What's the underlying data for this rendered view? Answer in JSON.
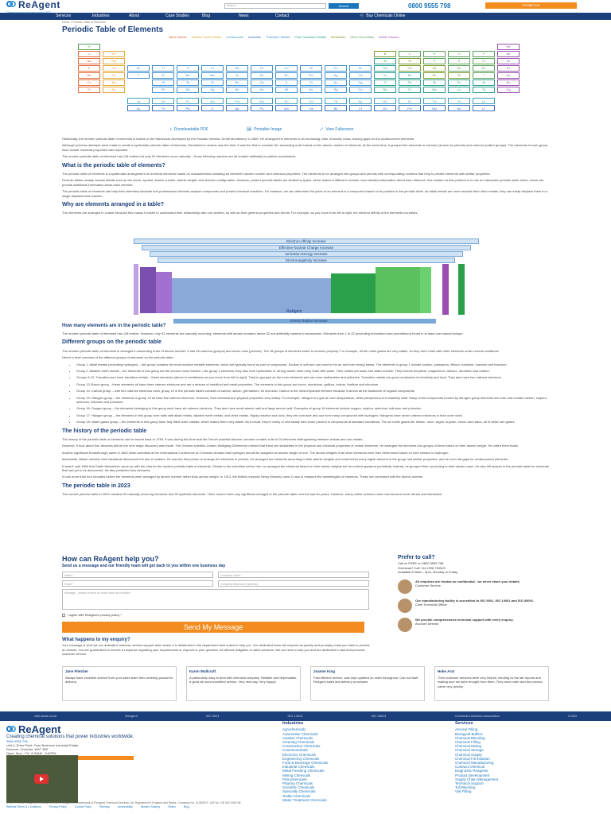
{
  "header": {
    "logo_text": "ReAgent",
    "tagline": "Chemical manufacturing since 1977",
    "search_placeholder": "Search ...",
    "search_button": "Search",
    "phone": "0800 9555 798",
    "contact_button": "Contact Us"
  },
  "nav": {
    "items": [
      "Services",
      "Industries",
      "About",
      "Case Studies",
      "Blog",
      "News",
      "Contact"
    ],
    "buy": "Buy Chemicals Online"
  },
  "breadcrumb": "Home > Periodic Table of Elements",
  "title": "Periodic Table of Elements",
  "legend": [
    "Alkali Metals",
    "Alkaline Earth Metals",
    "Lanthanoids",
    "Actinoids",
    "Transition Metals",
    "Post-Transition Metals",
    "Metalloids",
    "Other Nonmetals",
    "Noble Gasses"
  ],
  "colors": {
    "alkali": "#e06b3a",
    "alkaline": "#e0a93a",
    "transition": "#3f8fd0",
    "post": "#2a9d8f",
    "metalloid": "#7a9a2a",
    "nonmetal": "#5aa05a",
    "noble": "#9a4fb0",
    "lanth": "#3aa0c0",
    "act": "#3a70c0"
  },
  "elements": {
    "row1": [
      "H",
      "He"
    ],
    "row2": [
      "Li",
      "Be",
      "B",
      "C",
      "N",
      "O",
      "F",
      "Ne"
    ],
    "row3": [
      "Na",
      "Mg",
      "Al",
      "Si",
      "P",
      "S",
      "Cl",
      "Ar"
    ],
    "row4": [
      "K",
      "Ca",
      "Sc",
      "Ti",
      "V",
      "Cr",
      "Mn",
      "Fe",
      "Co",
      "Ni",
      "Cu",
      "Zn",
      "Ga",
      "Ge",
      "As",
      "Se",
      "Br",
      "Kr"
    ],
    "row5": [
      "Rb",
      "Sr",
      "Y",
      "Zr",
      "Nb",
      "Mo",
      "Tc",
      "Ru",
      "Rh",
      "Pd",
      "Ag",
      "Cd",
      "In",
      "Sn",
      "Sb",
      "Te",
      "I",
      "Xe"
    ],
    "row6": [
      "Cs",
      "Ba",
      "",
      "Hf",
      "Ta",
      "W",
      "Re",
      "Os",
      "Ir",
      "Pt",
      "Au",
      "Hg",
      "Tl",
      "Pb",
      "Bi",
      "Po",
      "At",
      "Rn"
    ],
    "row7": [
      "Fr",
      "Ra",
      "",
      "Rf",
      "Db",
      "Sg",
      "Bh",
      "Hs",
      "Mt",
      "Ds",
      "Rg",
      "Cn",
      "Nh",
      "Fl",
      "Mc",
      "Lv",
      "Ts",
      "Og"
    ],
    "lanth": [
      "La",
      "Ce",
      "Pr",
      "Nd",
      "Pm",
      "Sm",
      "Eu",
      "Gd",
      "Tb",
      "Dy",
      "Ho",
      "Er",
      "Tm",
      "Yb",
      "Lu"
    ],
    "act": [
      "Ac",
      "Th",
      "Pa",
      "U",
      "Np",
      "Pu",
      "Am",
      "Cm",
      "Bk",
      "Cf",
      "Es",
      "Fm",
      "Md",
      "No",
      "Lr"
    ]
  },
  "downloads": [
    "Downloadable PDF",
    "Printable Image",
    "View Fullscreen"
  ],
  "intro": [
    "Historically, the modern periodic table of elements is based on the framework developed by the Russian chemist, Dmitri Mendeleev, in 1869. He arranged the elements in an increasing order of atomic mass, leaving gaps for the undiscovered elements.",
    "Although previous attempts were made to create a systematic periodic table of elements, Mendeleev's version was the best. It was the first to consider the ascending order based on the atomic number of elements. At the same time, it grouped the elements in columns (known as periods) and columns (called groups). The elements in each group have similar chemical properties was repeated.",
    "The modern periodic table of elements has 118 entries but only 92 elements occur naturally – those following uranium are all created artificially in particle accelerators."
  ],
  "h_what": "What is the periodic table of elements?",
  "p_what": [
    "The periodic table of elements is a systematic arrangement of chemical elements based on characteristics including an element's atomic number and chemical properties. The elements to be arranged into groups and periods with corresponding columns that help to predict elements with similar properties.",
    "Periodic tables usually contain details such as the name, symbol, atomic number, atomic weight, and electron configuration. However, printed periodic tables are limited by space, which makes it difficult to include more detailed information about each element. One solution to this problem is to use an interactive periodic table online, which can provide additional information about each element.",
    "The periodic table of elements can help both chemistry students and professional chemists analyse compounds and predict chemical reactions. For instance, we can determine the place of an element in a compound based on its position in the periodic table. As alkali metals are more reactive than other metals, they can easily displace them in a single displacement reaction."
  ],
  "h_why": "Why are elements arranged in a table?",
  "p_why": "The elements are arranged in a table because this makes it easier to understand their relationship with one another, as well as their general properties and trends. For example, as you move from left to right, the electron affinity of the elements increases.",
  "trend_bars": [
    "Electron Affinity Increase",
    "Effective Nuclear Charge Increase",
    "Ionization Energy Increase",
    "Electronegativity Increase"
  ],
  "trend_bottom": "Atomic Radius Increase",
  "trend_credit": "ReAgent",
  "h_how_many": "How many elements are in the periodic table?",
  "p_how_many": "The modern periodic table of elements has 118 entries. However, only 92 elements are naturally occurring, elements with atomic numbers above 92 are artificially created in laboratories. Elements from 1 to 92 (excluding technetium and promethium) found in at least one natural isotope.",
  "h_groups": "Different groups on the periodic table",
  "p_groups": [
    "The modern periodic table of elements is arranged in ascending order of atomic number. It has 18 columns (groups) and seven rows (periods). The 18 groups of elements share a common property. For example, all the noble gases are very stable, so they don't react with other elements under normal conditions.",
    "Here's a brief overview of the different groups of elements on the periodic table:"
  ],
  "groups": [
    "Group 1: Alkali metals (excluding hydrogen) – this group contains the most reactive metallic elements, which are typically found as part of compounds. Sodium is soft and can react in the air and form strong bases. The elements in group 1 include sodium, potassium, lithium, rubidium, caesium and francium.",
    "Group 2: Alkaline earth metals – the elements in this group are the second most reactive. Like group 1 elements, they also form hydroxides or 'strong bases' when they react with water. Their oxides are basic and water-soluble. They include beryllium, magnesium, calcium, strontium and radium.",
    "Groups 3-12: Transition and inner transition metals – these elements (above in metalliness as you move from left to right). They're grouped as the inner elements and are more lanthanides and actinides. Transition metals are good conductors of electricity and heat. They also have two valence electrons.",
    "Group 13: Boron group – these elements all have three valence electrons and are a mixture of metalloid and metal properties. The elements in this group are boron, aluminium, gallium, indium, thallium and nihonium.",
    "Group 14: Carbon group – with four valence electrons each, group 14 in the periodic tables consists of carbon, silicon, germanium, tin and lead. Carbon is the most important element because it serves as the backbone of organic compounds.",
    "Group 15: Nitrogen group – the elements in group 15 all have five valence electrons. However, their chemical and physical properties vary widely. For example, nitrogen is a gas at room temperature, while phosphorus is a relatively solid. Many of the compounds formed by nitrogen group elements are toxic and contain carbon, sulphur, selenium, tellurium and polonium.",
    "Group 16: Oxygen group – the elements belonging to this group each have six valence electrons. They also have small atomic radii and large atomic radii. Examples of group 16 elements include oxygen, sulphur, selenium, tellurium and polonium.",
    "Group 17: Halogen group – the elements in this group form salts with alkali metals, alkaline earth metals, and other metals. Highly reactive and toxic, they are corrosive and can form many compounds with hydrogen. Halogens have seven valence electrons in their outer shell.",
    "Group 18: Noble gases group – the elements in this group have fully filled outer orbitals, which makes them very stable. As a result, they're rarely or chemically inert when present in compounds at standard conditions. The six noble gases are helium, neon, argon, krypton, xenon and radon, all of which are gases."
  ],
  "h_history": "The history of the periodic table",
  "p_history": [
    "The history of the periodic table of elements can be traced back to 1789. It was during this time that the French scientist Antoine Lavoisier created a list of 33 elements distinguishing between metals and non-metals.",
    "However, it took about four decades before the next major discovery was made. The German scientist Johann Wolfgang Döbereiner noticed that there are similarities in the physical and chemical properties of certain elements. He arranged the elements into groups of three based on their atomic weight. He called them triads.",
    "Another significant breakthrough came in 1860 when scientists at the International Conference at Chemists decided that hydrogen should be assigned an atomic weight of one. The atomic weights of all other elements were then determined based on their relation to hydrogen.",
    "Meanwhile, British chemist John Newlands discovered the law of octaves. He was the first person to arrange the elements in periods. He arranged the elements according to their atomic weights and noticed that every eighth element in the group had similar properties, and he even left gaps for undiscovered elements.",
    "It wasn't until 1869 that Dmitri Mendeleev came up with the idea for the modern periodic table of elements. Similar to the scientists before him, he arranged the elements based on their atomic weights but he noticed apparent periodicity. Instead, he grouped them according to their atomic mass. He also left spaces in the periodic table for elements that had yet to be discovered. He also predicted new elements.",
    "It took more than four decades before the elements were arranged by atomic number rather than atomic weight. In 1913, the British physicist Henry Moseley used X-rays to measure the wavelengths of elements. These are correlated with the atomic number."
  ],
  "h_2023": "The periodic table in 2023",
  "p_2023": "The current periodic table in 2023 contains 92 naturally-occurring elements and 26 synthetic elements. There haven't been any significant changes to the periodic table over the last ten years. However, many online versions have now become more vibrant and interactive.",
  "help": {
    "title": "How can ReAgent help you?",
    "subtitle": "Send us a message and our friendly team will get back to you within one business day",
    "fields": [
      "Name *",
      "Company name *",
      "Email *",
      "Company telephone (optional)",
      "Message - please provide as much detail as possible *"
    ],
    "agree": "I agree with ReAgent's privacy policy *",
    "send": "Send My Message",
    "what_title": "What happens to my enquiry?",
    "what_text": "Your message is sent via our dedicated customer service support team where it is distributed to the department best suited to help you. Our dedicated team will respond as quickly and promptly email you back to provide an answer. You are guaranteed to receive a response regarding your requirements or respond to your question. All without obligation or sales pressure. We are here to help you and are dedicated to fast and personal customer service.",
    "prefer": "Prefer to call?",
    "call_text": "Call us FREE on 0800 9555 798",
    "overseas": "Overseas? Call +44 1928 716903",
    "hours": "Available 8:30am - 5pm, Monday to Friday",
    "quotes": [
      {
        "text": "All enquiries are treated as confidential - we never share your details.",
        "name": "Customer Service"
      },
      {
        "text": "Our manufacturing facility is accredited to ISO 9001, ISO 14001 and ISO 45001.",
        "name": "Chief Technical Officer"
      },
      {
        "text": "We provide comprehensive technical support with every enquiry.",
        "name": "Account Director"
      }
    ]
  },
  "testimonials": [
    {
      "name": "Jane Fletcher",
      "text": "Always have excellent service from your sales team from ordering product to delivery."
    },
    {
      "name": "Karen Wallcroft",
      "text": "A particularly easy to deal with chemical company. Reliable and dependable, a good all round excellent service. Very next day. Very happy!"
    },
    {
      "name": "Joanne King",
      "text": "Fast efficient service, was kept updated on order throughout. Can not fault ReAgent sales and delivery processes."
    },
    {
      "name": "Hebe Arat",
      "text": "Their customer services were very helpful, sending us the lab reports and making sure we were brought from them. They send order and the product came very quickly."
    }
  ],
  "strip": [
    "chemicals.co.uk",
    "ReAgent",
    "ISO 9001",
    "ISO 14001",
    "ISO 45001",
    "Chemical Industries Association",
    "CHAS"
  ],
  "footer": {
    "logo": "ReAgent",
    "tagline": "Creating chemical solutions that power industries worldwide.",
    "phone": "0800 9555 798",
    "address1": "Unit 4, Eden Point, Fawr Business Industrial Estate,",
    "address2": "Runcorn, Cheshire, WA7 3EE",
    "hours": "Open: Mon - Fri / 8:30AM - 5:00PM",
    "contact": "Contact Us",
    "industries_title": "Industries",
    "industries": [
      "Agrochemicals",
      "Automotive Chemicals",
      "Aviation Chemicals",
      "Cleaning Chemicals",
      "Construction Chemicals",
      "Cosmeceuticals",
      "Electronic Chemicals",
      "Engineering Chemicals",
      "Food & Beverage Chemicals",
      "Industrial Chemicals",
      "Metal Finishing Chemicals",
      "Mining Chemicals",
      "Petrochemicals",
      "Pharma Chemicals",
      "Scientific Chemicals",
      "Speciality Chemicals",
      "Textile Chemicals",
      "Water Treatment Chemicals"
    ],
    "services_title": "Services",
    "services": [
      "Aerosol Filling",
      "Biological Buffers",
      "Chemical Blending",
      "Chemical Filling",
      "Chemical Mixing",
      "Chemical Storage",
      "Chemical Supply",
      "Chemical Formulation",
      "Chemical Manufacturing",
      "Contract Chemical",
      "Diagnostic Reagents",
      "Product Development",
      "Supply Chain Management",
      "Technical Support",
      "Toll Blending",
      "Vial Filling"
    ],
    "legal": "© 1977 - 2024 ReAgent Chemical Services. ReAgent is a trademark of ReAgent Chemical Services Ltd. Registered in England and Wales. Company No. 01350574. VAT No. GB 302 0453 55.",
    "legal_links": [
      "Website Terms & Conditions",
      "Privacy Policy",
      "Cookie Policy",
      "Sitemap",
      "Accessibility",
      "Modern Slavery",
      "Ethics",
      "Blog"
    ]
  }
}
